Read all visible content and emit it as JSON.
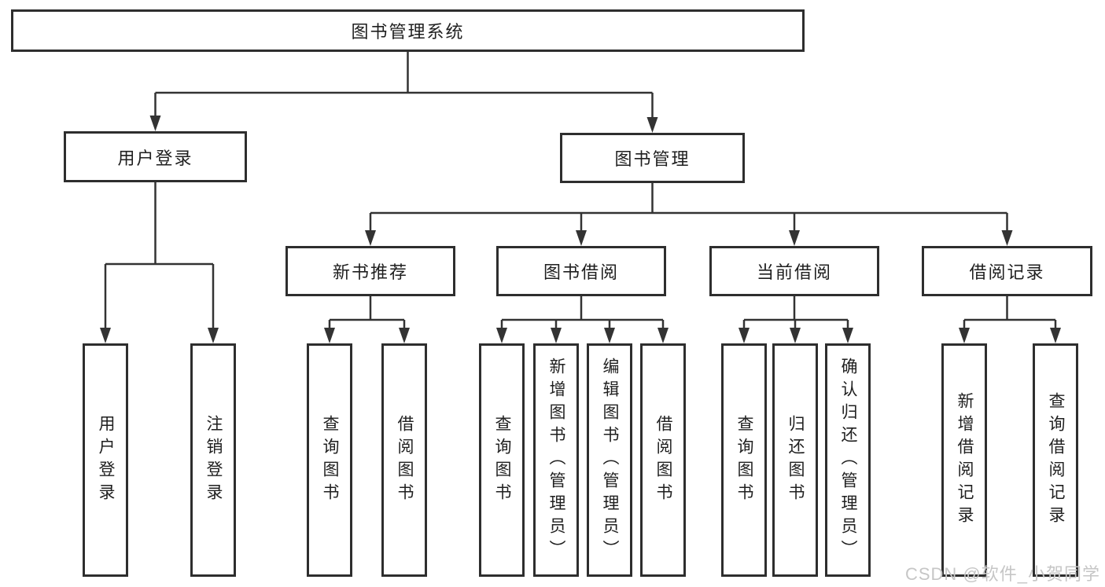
{
  "nodes": {
    "root": {
      "label": "图书管理系统"
    },
    "user_login": {
      "label": "用户登录"
    },
    "book_mgmt": {
      "label": "图书管理"
    },
    "login": {
      "label": "用户登录"
    },
    "logout": {
      "label": "注销登录"
    },
    "new_book_rec": {
      "label": "新书推荐"
    },
    "book_borrow": {
      "label": "图书借阅"
    },
    "current_borrow": {
      "label": "当前借阅"
    },
    "borrow_records": {
      "label": "借阅记录"
    },
    "nb_query": {
      "label": "查询图书"
    },
    "nb_borrow": {
      "label": "借阅图书"
    },
    "bb_query": {
      "label": "查询图书"
    },
    "bb_add": {
      "label": "新增图书（管理员）"
    },
    "bb_edit": {
      "label": "编辑图书（管理员）"
    },
    "bb_borrow": {
      "label": "借阅图书"
    },
    "cb_query": {
      "label": "查询图书"
    },
    "cb_return": {
      "label": "归还图书"
    },
    "cb_confirm": {
      "label": "确认归还（管理员）"
    },
    "br_add": {
      "label": "新增借阅记录"
    },
    "br_query": {
      "label": "查询借阅记录"
    }
  },
  "watermark": {
    "text": "CSDN @软件_小贺同学"
  },
  "colors": {
    "line": "#333333",
    "border": "#2e2e2e",
    "text": "#1f1f1f",
    "watermark": "#c6c6c6",
    "background": "#ffffff"
  }
}
